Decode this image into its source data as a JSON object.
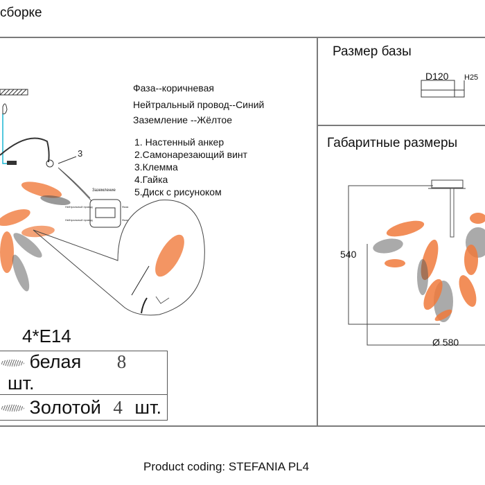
{
  "header": {
    "title_fragment": "сборке"
  },
  "wiring": {
    "phase": "Фаза--коричневая",
    "neutral": "Нейтральный провод--Синий",
    "ground": "Заземление --Жёлтое"
  },
  "parts": [
    "1. Настенный анкер",
    "2.Самонарезающий винт",
    "3.Клемма",
    "4.Гайка",
    "5.Диск с рисуноком"
  ],
  "diagram_labels": {
    "callout_number": "3",
    "terminal_ground": "Заземление",
    "terminal_neutral_1": "Нейтральный провод",
    "terminal_neutral_2": "Нейтральный провод",
    "terminal_phase_1": "Фаза",
    "terminal_phase_2": "Фаза"
  },
  "lamps": {
    "label_suffix": ":",
    "value": "4*E14",
    "rows": [
      {
        "name": "белая",
        "count": "8",
        "unit": "шт."
      },
      {
        "name": "Золотой",
        "count": "4",
        "unit": "шт."
      }
    ]
  },
  "base_size": {
    "title": "Размер базы",
    "diameter": "D120",
    "height": "H25"
  },
  "dimensions": {
    "title": "Габаритные размеры",
    "height": "540",
    "diameter": "Ø 580"
  },
  "footer": {
    "product_coding": "Product coding: STEFANIA PL4"
  },
  "colors": {
    "leaf_accent": "#f07a3c",
    "wire_blue": "#19b6d2",
    "line": "#7a7a7a"
  }
}
